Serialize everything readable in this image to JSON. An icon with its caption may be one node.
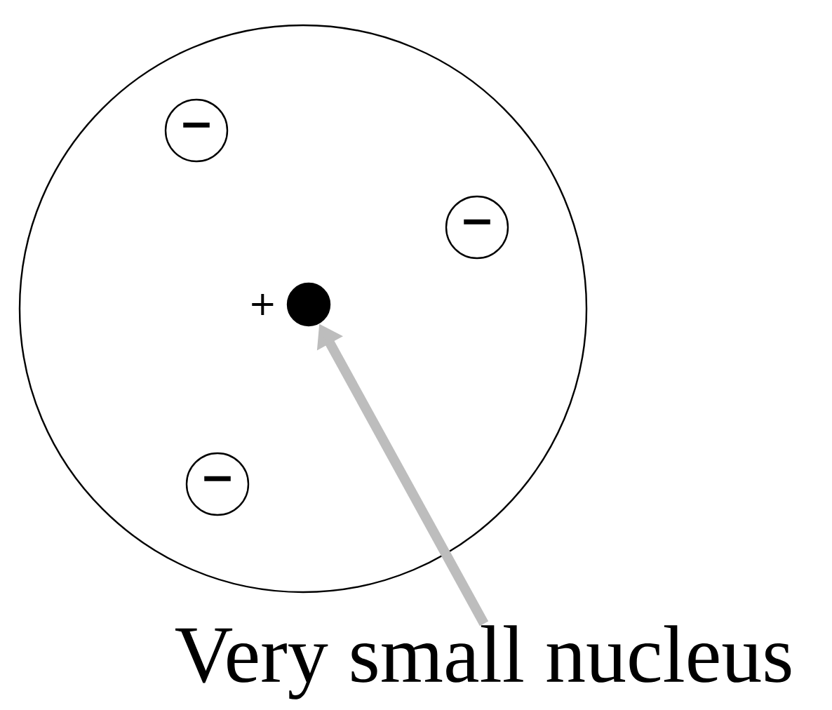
{
  "diagram": {
    "nodes": [
      {
        "text": [],
        "shape": "circle"
      },
      {
        "text": [
          "−"
        ],
        "in": 0
      },
      {
        "text": [
          "−"
        ],
        "in": 0
      },
      {
        "text": [
          "−"
        ],
        "in": 0
      },
      {
        "text": [],
        "shape": "circle",
        "in": 0,
        "beside": [
          "+"
        ]
      },
      {
        "text": [
          "Very small nucleus"
        ]
      }
    ],
    "edges": [
      {
        "from": 5,
        "to": 4,
        "arrow": "to",
        "color": "#bdbdbd"
      }
    ]
  }
}
